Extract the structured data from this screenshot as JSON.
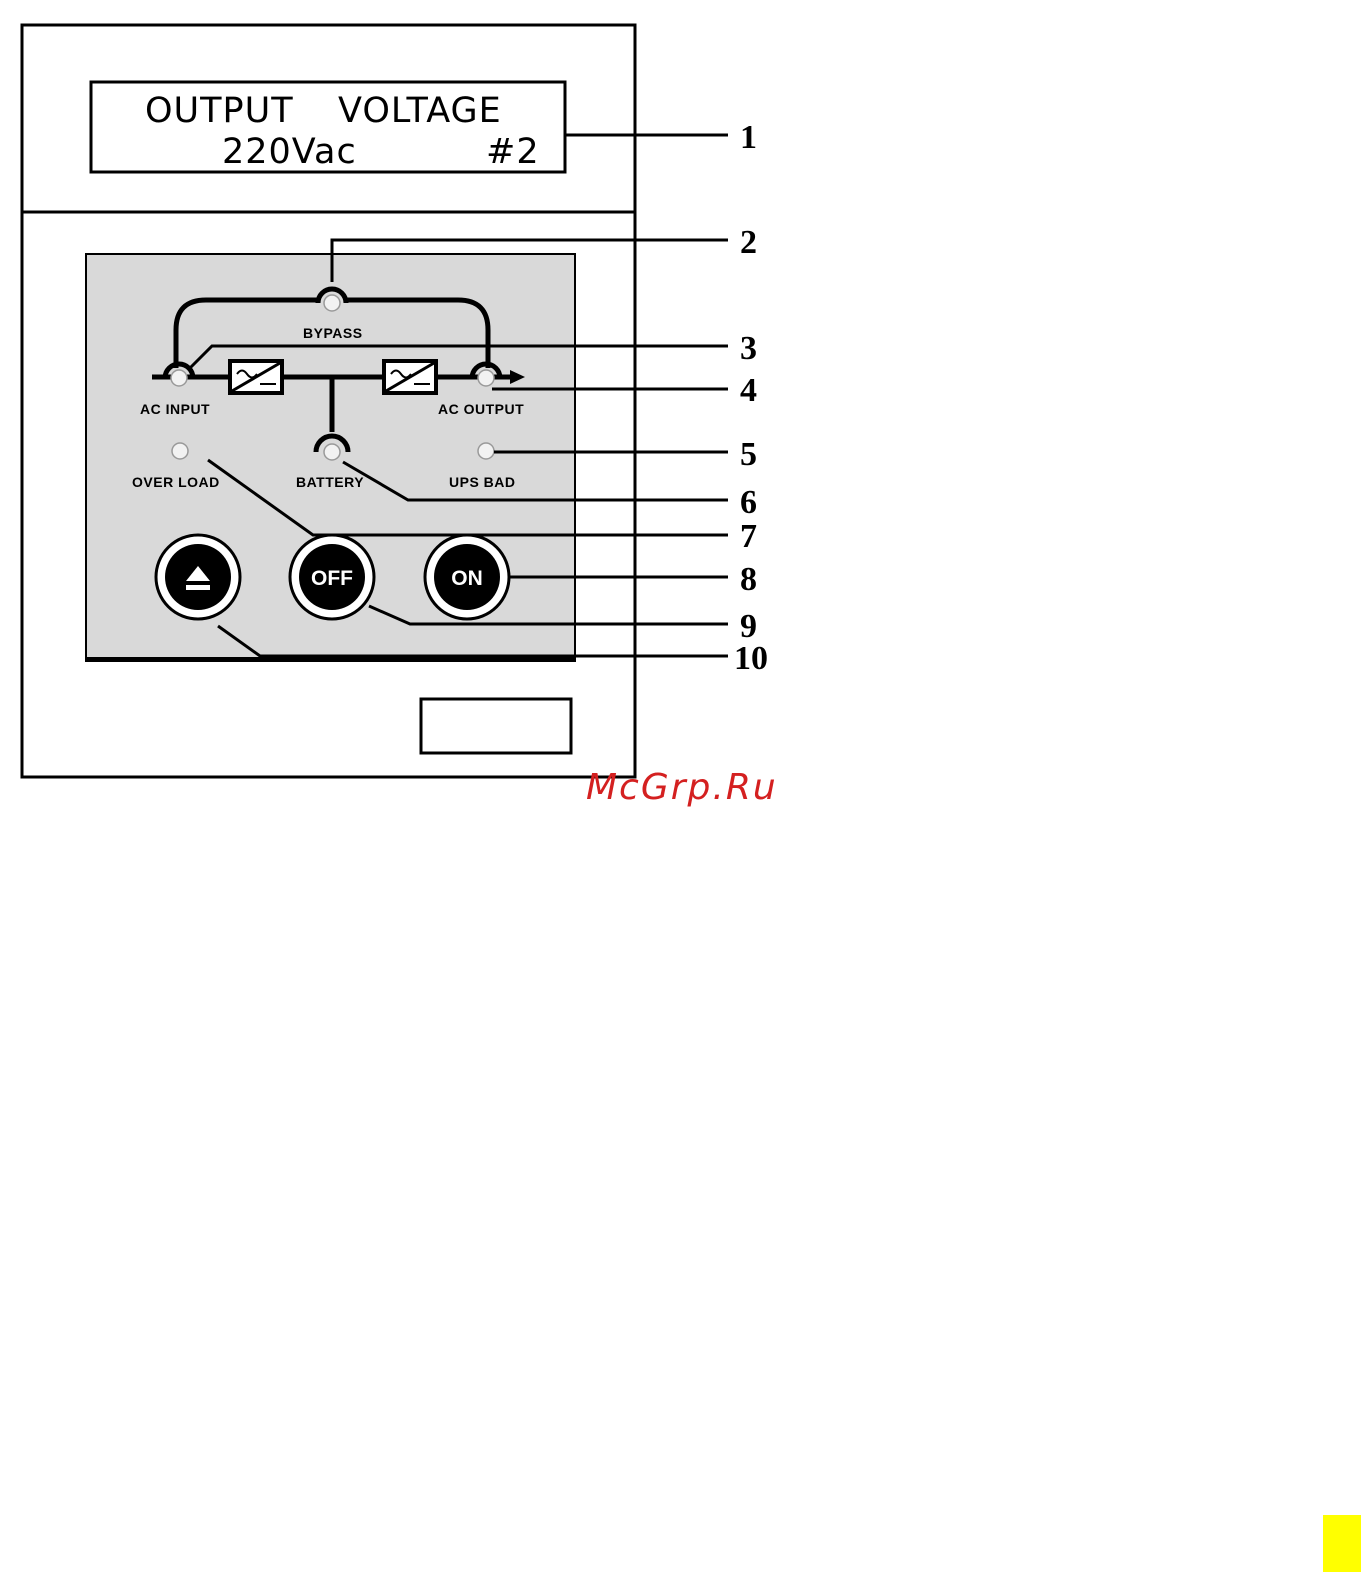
{
  "lcd": {
    "line1_left": "OUTPUT",
    "line1_right": "VOLTAGE",
    "line2_left": "220Vac",
    "line2_right": "#2"
  },
  "labels": {
    "bypass": "BYPASS",
    "ac_input": "AC INPUT",
    "ac_output": "AC OUTPUT",
    "over_load": "OVER LOAD",
    "battery": "BATTERY",
    "ups_bad": "UPS BAD"
  },
  "buttons": {
    "off": "OFF",
    "on": "ON",
    "function_icon": "eject-icon"
  },
  "callouts": [
    "1",
    "2",
    "3",
    "4",
    "5",
    "6",
    "7",
    "8",
    "9",
    "10"
  ],
  "watermark": "McGrp.Ru",
  "colors": {
    "panel_fill": "#d9d9d9",
    "button_fill": "#000000",
    "watermark": "#d42020",
    "corner_mark": "#ffff00"
  }
}
